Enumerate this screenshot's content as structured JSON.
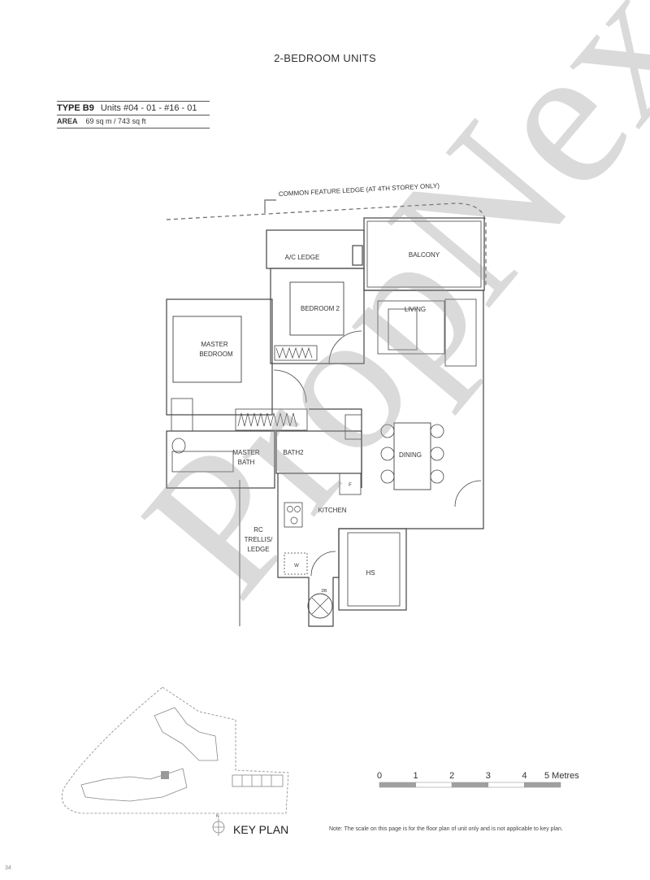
{
  "page": {
    "title": "2-BEDROOM UNITS",
    "page_number": "34",
    "watermark": "PropNex"
  },
  "unit": {
    "type_label": "TYPE B9",
    "units": "Units #04 - 01 - #16 - 01",
    "area_label": "AREA",
    "area_value": "69 sq m / 743 sq ft"
  },
  "floor_plan": {
    "ledge_note": "COMMON FEATURE LEDGE (AT 4TH STOREY ONLY)",
    "rooms": {
      "ac_ledge": "A/C LEDGE",
      "balcony": "BALCONY",
      "bedroom2": "BEDROOM 2",
      "living": "LIVING",
      "master_bedroom_1": "MASTER",
      "master_bedroom_2": "BEDROOM",
      "master_bath_1": "MASTER",
      "master_bath_2": "BATH",
      "bath2": "BATH2",
      "dining": "DINING",
      "kitchen": "KITCHEN",
      "trellis_1": "RC",
      "trellis_2": "TRELLIS/",
      "trellis_3": "LEDGE",
      "hs": "HS",
      "washer": "W",
      "fridge": "F",
      "db": "DB"
    }
  },
  "scale_bar": {
    "ticks": [
      "0",
      "1",
      "2",
      "3",
      "4",
      "5 Metres"
    ],
    "fill_color": "#a0a0a0"
  },
  "key_plan": {
    "label": "KEY PLAN",
    "north": "N"
  },
  "note": "Note: The scale on this page is for the floor plan of unit only and is not applicable to key plan."
}
